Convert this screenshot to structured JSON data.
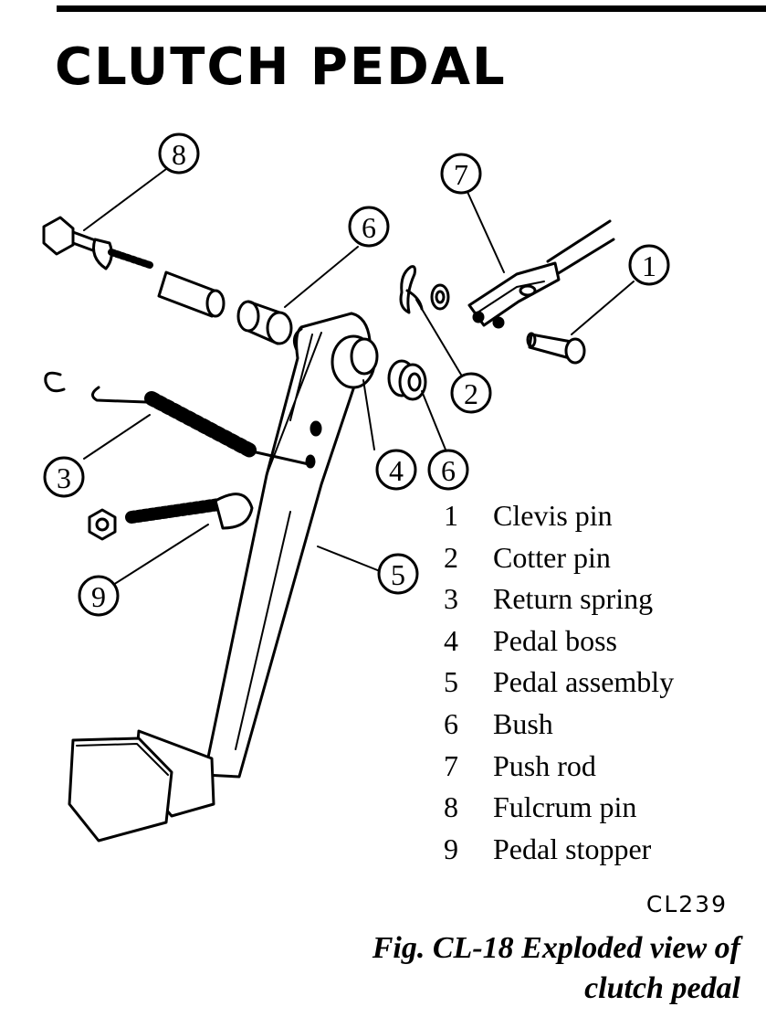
{
  "page": {
    "title": "CLUTCH PEDAL",
    "figure_code": "CL239",
    "caption_line1": "Fig. CL-18  Exploded view of",
    "caption_line2": "clutch pedal"
  },
  "callouts": {
    "c1": "1",
    "c2": "2",
    "c3": "3",
    "c4": "4",
    "c5": "5",
    "c6a": "6",
    "c6b": "6",
    "c7": "7",
    "c8": "8",
    "c9": "9"
  },
  "legend": [
    {
      "num": "1",
      "label": "Clevis pin"
    },
    {
      "num": "2",
      "label": "Cotter pin"
    },
    {
      "num": "3",
      "label": "Return spring"
    },
    {
      "num": "4",
      "label": "Pedal boss"
    },
    {
      "num": "5",
      "label": "Pedal assembly"
    },
    {
      "num": "6",
      "label": "Bush"
    },
    {
      "num": "7",
      "label": "Push rod"
    },
    {
      "num": "8",
      "label": "Fulcrum pin"
    },
    {
      "num": "9",
      "label": "Pedal stopper"
    }
  ]
}
